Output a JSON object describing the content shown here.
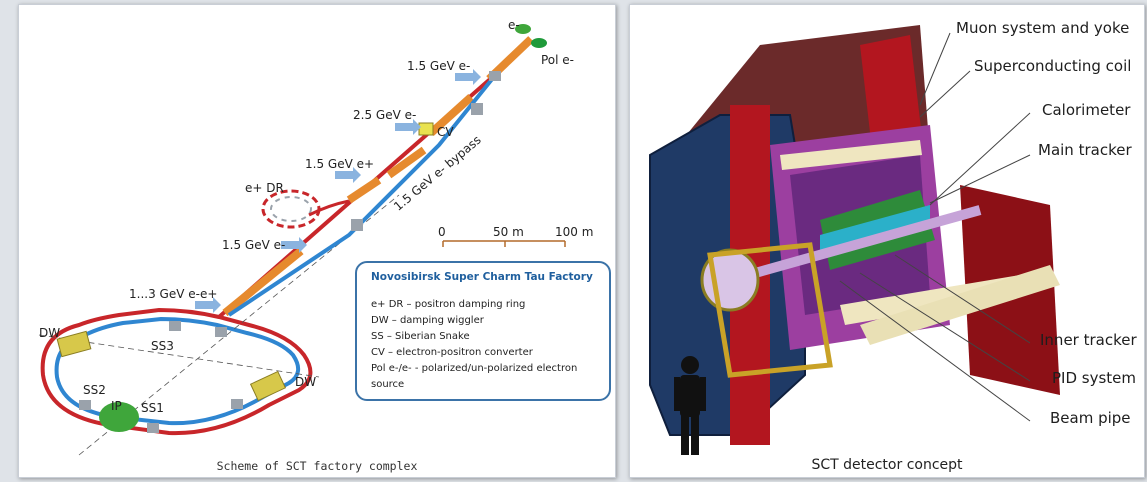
{
  "left": {
    "labels": {
      "e_minus_top": "e-",
      "pol_e": "Pol e-",
      "gev15_e_top": "1.5 GeV e-",
      "gev25_e": "2.5 GeV e-",
      "cv": "CV",
      "gev15_e_plus": "1.5 GeV e+",
      "bypass": "1.5 GeV e- bypass",
      "e_plus_dr": "e+ DR",
      "gev15_e_mid": "1.5 GeV e-",
      "gev13_ee": "1...3 GeV e-e+",
      "dw_left": "DW",
      "dw_right": "DW",
      "ss3": "SS3",
      "ss2": "SS2",
      "ss1": "SS1",
      "ip": "IP"
    },
    "scale": {
      "zero": "0",
      "fifty": "50 m",
      "hundred": "100 m"
    },
    "legend": {
      "title": "Novosibirsk Super Charm Tau Factory",
      "items": [
        "e+ DR – positron damping ring",
        "DW – damping wiggler",
        "SS – Siberian Snake",
        "CV – electron-positron converter",
        "Pol e-/e- - polarized/un-polarized electron",
        "source"
      ]
    },
    "caption": "Scheme of SCT factory complex"
  },
  "right": {
    "labels": [
      "Muon system and yoke",
      "Superconducting coil",
      "Calorimeter",
      "Main tracker",
      "Inner tracker",
      "PID system",
      "Beam pipe"
    ],
    "caption": "SCT detector concept"
  },
  "colors": {
    "ring_red": "#c8262a",
    "ring_blue": "#2f86d1",
    "linac_orange": "#e68a2e",
    "legend_border": "#3b73a8",
    "yoke_red": "#b3161f",
    "calorimeter_green": "#2e8b3a"
  }
}
